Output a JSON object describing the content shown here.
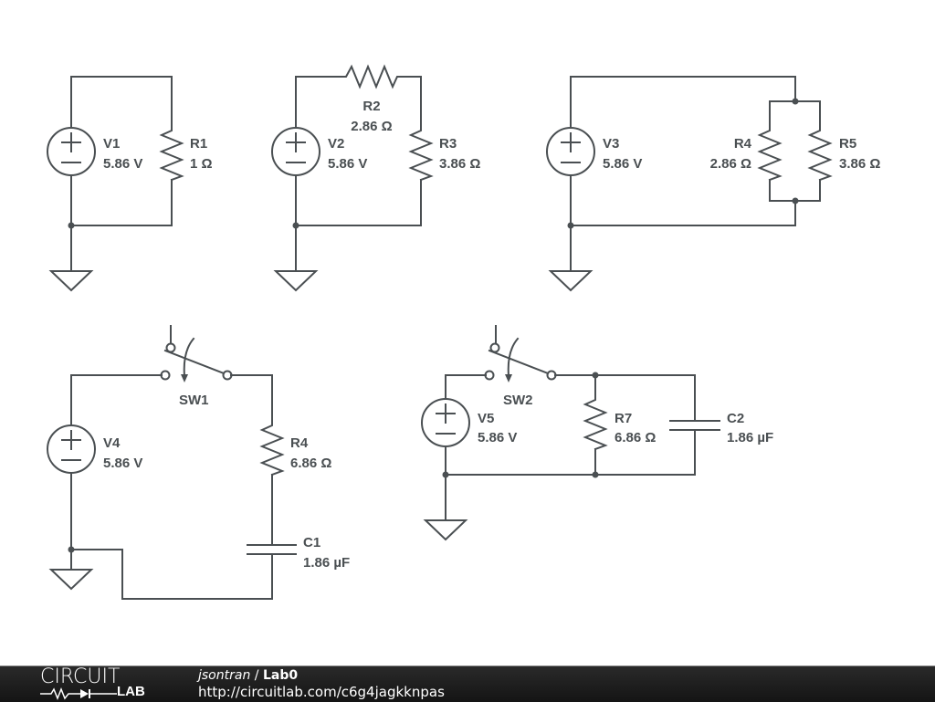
{
  "circuits": {
    "c1": {
      "source": {
        "name": "V1",
        "value": "5.86 V"
      },
      "resistor": {
        "name": "R1",
        "value": "1 Ω"
      }
    },
    "c2": {
      "source": {
        "name": "V2",
        "value": "5.86 V"
      },
      "resistor_series": {
        "name": "R2",
        "value": "2.86 Ω"
      },
      "resistor_load": {
        "name": "R3",
        "value": "3.86 Ω"
      }
    },
    "c3": {
      "source": {
        "name": "V3",
        "value": "5.86 V"
      },
      "resistor_a": {
        "name": "R4",
        "value": "2.86 Ω"
      },
      "resistor_b": {
        "name": "R5",
        "value": "3.86 Ω"
      }
    },
    "c4": {
      "source": {
        "name": "V4",
        "value": "5.86 V"
      },
      "switch": {
        "name": "SW1"
      },
      "resistor": {
        "name": "R4",
        "value": "6.86 Ω"
      },
      "capacitor": {
        "name": "C1",
        "value": "1.86 µF"
      }
    },
    "c5": {
      "source": {
        "name": "V5",
        "value": "5.86 V"
      },
      "switch": {
        "name": "SW2"
      },
      "resistor": {
        "name": "R7",
        "value": "6.86 Ω"
      },
      "capacitor": {
        "name": "C2",
        "value": "1.86 µF"
      }
    }
  },
  "footer": {
    "logo_top": "CIRCUIT",
    "logo_bottom": "LAB",
    "user": "jsontran",
    "separator": " / ",
    "project": "Lab0",
    "url": "http://circuitlab.com/c6g4jagkknpas"
  }
}
